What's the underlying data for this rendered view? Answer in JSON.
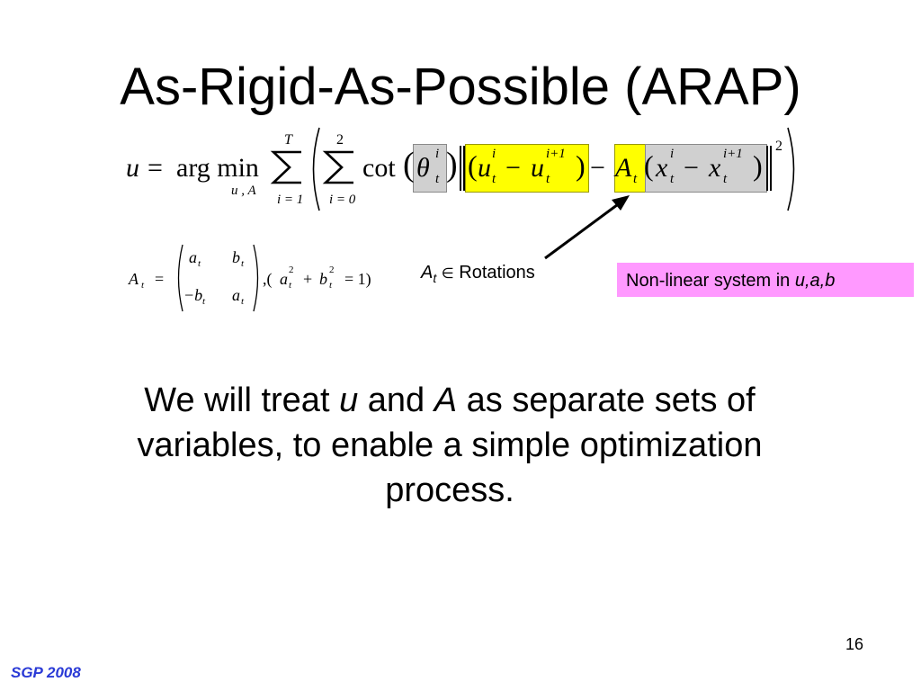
{
  "slide": {
    "title": "As-Rigid-As-Possible (ARAP)",
    "page_number": "16",
    "footer": "SGP 2008"
  },
  "formula": {
    "lhs": "u",
    "eq": "=",
    "argmin": "arg min",
    "argmin_sub": "u , A",
    "sum1_top": "T",
    "sum1_bottom": "i = 1",
    "sum2_top": "2",
    "sum2_bottom": "i = 0",
    "cot": "cot",
    "theta": "θ",
    "theta_sup": "i",
    "theta_sub": "t",
    "u1": "u",
    "u1_sup": "i",
    "u1_sub": "t",
    "minus": "−",
    "u2": "u",
    "u2_sup": "i+1",
    "u2_sub": "t",
    "A": "A",
    "A_sub": "t",
    "x1": "x",
    "x1_sup": "i",
    "x1_sub": "t",
    "x2": "x",
    "x2_sup": "i+1",
    "x2_sub": "t",
    "norm_power": "2"
  },
  "matrix": {
    "lhs": "A",
    "lhs_sub": "t",
    "eq": "=",
    "a11": "a",
    "a11_sub": "t",
    "a12": "b",
    "a12_sub": "t",
    "a21": "−b",
    "a21_sub": "t",
    "a22": "a",
    "a22_sub": "t",
    "constraint_open": ",(",
    "c_a": "a",
    "c_a_sup": "2",
    "c_a_sub": "t",
    "c_plus": "+",
    "c_b": "b",
    "c_b_sup": "2",
    "c_b_sub": "t",
    "c_rest": "= 1)"
  },
  "rotations": {
    "var": "A",
    "sub": "t",
    "symbol": "∈",
    "text": "Rotations"
  },
  "callout": {
    "text": "Non-linear system in ",
    "vars": "u,a,b",
    "bg": "#ff99ff"
  },
  "body": {
    "part1": "We will treat ",
    "var_u": "u",
    "part2": " and ",
    "var_A": "A",
    "part3": " as separate sets of variables, to enable a simple optimization process."
  },
  "colors": {
    "footer": "#2a3ad6",
    "highlight_gray": "#d0d0d0",
    "highlight_yellow": "#ffff00"
  }
}
